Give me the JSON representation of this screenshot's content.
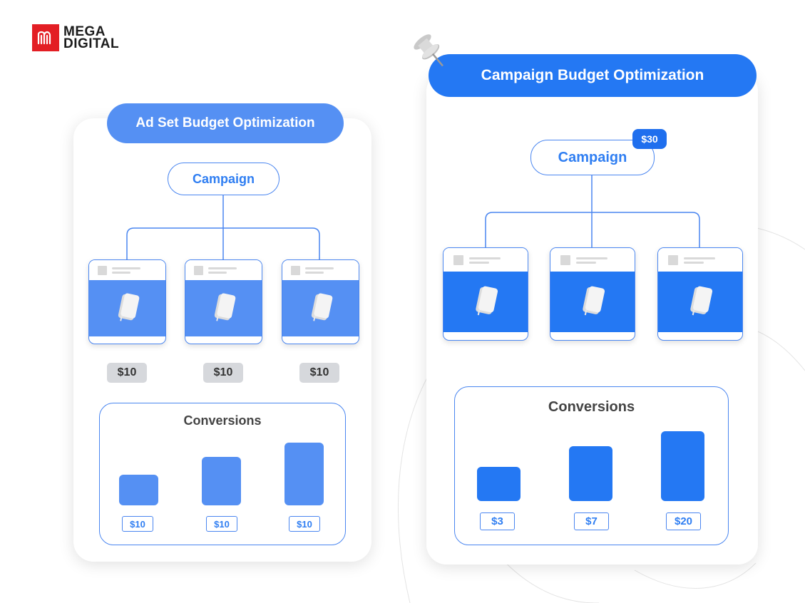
{
  "brand": {
    "line1": "MEGA",
    "line2": "DIGITAL",
    "logo_color": "#e31e24"
  },
  "colors": {
    "left_accent": "#5590f3",
    "right_accent": "#2478f3",
    "chip_gray": "#d6d8dc"
  },
  "left_panel": {
    "title": "Ad Set Budget Optimization",
    "campaign_label": "Campaign",
    "ad_sets": [
      {
        "budget": "$10"
      },
      {
        "budget": "$10"
      },
      {
        "budget": "$10"
      }
    ],
    "conversions": {
      "title": "Conversions",
      "bars": [
        {
          "label": "$10",
          "level": 0.49
        },
        {
          "label": "$10",
          "level": 0.77
        },
        {
          "label": "$10",
          "level": 1.0
        }
      ]
    }
  },
  "right_panel": {
    "title": "Campaign Budget Optimization",
    "campaign_label": "Campaign",
    "campaign_budget": "$30",
    "ad_sets": [
      {},
      {},
      {}
    ],
    "conversions": {
      "title": "Conversions",
      "bars": [
        {
          "label": "$3",
          "level": 0.49
        },
        {
          "label": "$7",
          "level": 0.79
        },
        {
          "label": "$20",
          "level": 1.0
        }
      ]
    }
  },
  "icons": {
    "pin": "pushpin-icon",
    "ad_image": "book-icon"
  }
}
